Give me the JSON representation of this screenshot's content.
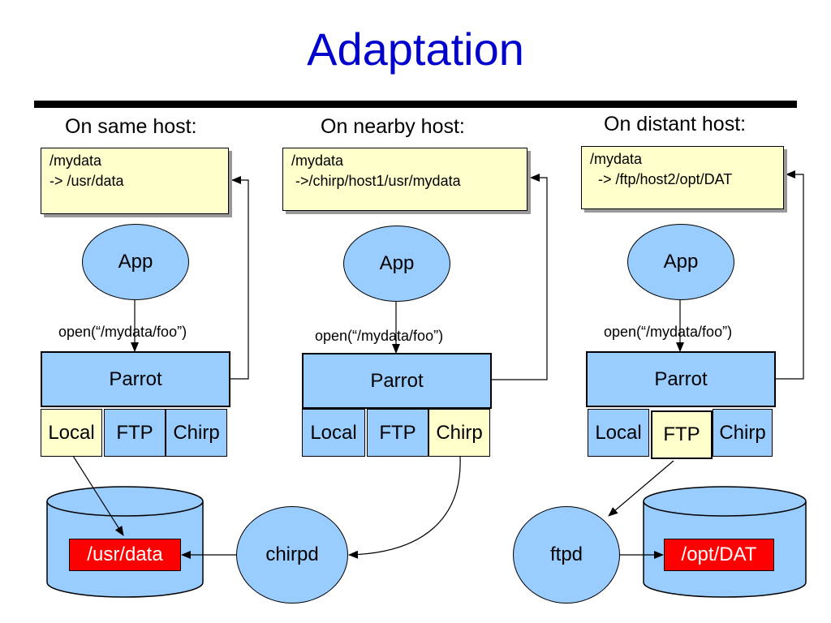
{
  "title": "Adaptation",
  "colors": {
    "title": "#0000cc",
    "shape_fill": "#99ccff",
    "map_fill": "#ffffcc",
    "highlight_driver_fill": "#ffffcc",
    "directory_fill": "#ff0000"
  },
  "panels": [
    {
      "heading": "On same host:",
      "mapping": {
        "line1": "/mydata",
        "line2": "-> /usr/data"
      },
      "app": "App",
      "call": "open(“/mydata/foo”)",
      "parrot": "Parrot",
      "drivers": [
        "Local",
        "FTP",
        "Chirp"
      ],
      "active_driver": "Local"
    },
    {
      "heading": "On nearby host:",
      "mapping": {
        "line1": "/mydata",
        "line2": " ->/chirp/host1/usr/mydata"
      },
      "app": "App",
      "call": "open(“/mydata/foo”)",
      "parrot": "Parrot",
      "drivers": [
        "Local",
        "FTP",
        "Chirp"
      ],
      "active_driver": "Chirp"
    },
    {
      "heading": "On distant host:",
      "mapping": {
        "line1": "/mydata",
        "line2": "  -> /ftp/host2/opt/DAT"
      },
      "app": "App",
      "call": "open(“/mydata/foo”)",
      "parrot": "Parrot",
      "drivers": [
        "Local",
        "FTP",
        "Chirp"
      ],
      "active_driver": "FTP"
    }
  ],
  "storage": [
    {
      "directory": "/usr/data"
    },
    {
      "directory": "/opt/DAT"
    }
  ],
  "daemons": [
    "chirpd",
    "ftpd"
  ]
}
